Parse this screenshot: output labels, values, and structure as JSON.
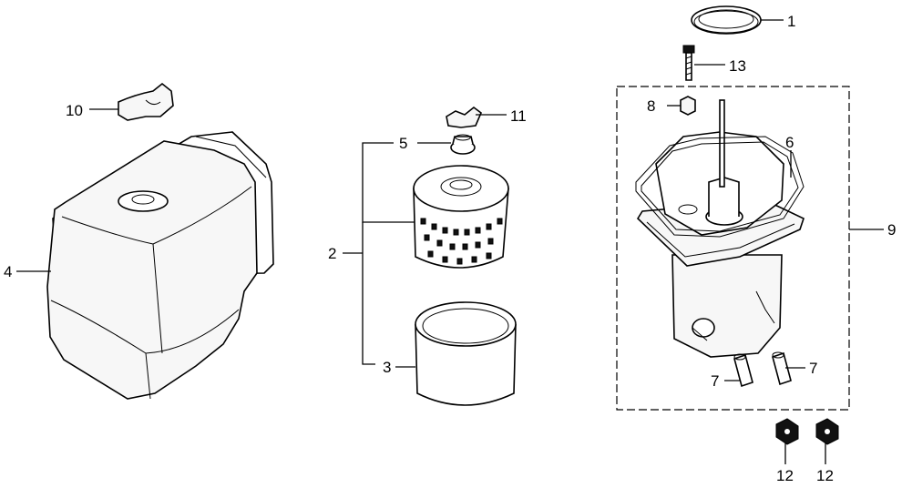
{
  "diagram": {
    "callouts": [
      {
        "id": "c1",
        "text": "1"
      },
      {
        "id": "c13",
        "text": "13"
      },
      {
        "id": "c8",
        "text": "8"
      },
      {
        "id": "c6",
        "text": "6"
      },
      {
        "id": "c9",
        "text": "9"
      },
      {
        "id": "c10",
        "text": "10"
      },
      {
        "id": "c11",
        "text": "11"
      },
      {
        "id": "c5",
        "text": "5"
      },
      {
        "id": "c2",
        "text": "2"
      },
      {
        "id": "c4",
        "text": "4"
      },
      {
        "id": "c3",
        "text": "3"
      },
      {
        "id": "c7a",
        "text": "7"
      },
      {
        "id": "c7b",
        "text": "7"
      },
      {
        "id": "c12a",
        "text": "12"
      },
      {
        "id": "c12b",
        "text": "12"
      }
    ]
  }
}
